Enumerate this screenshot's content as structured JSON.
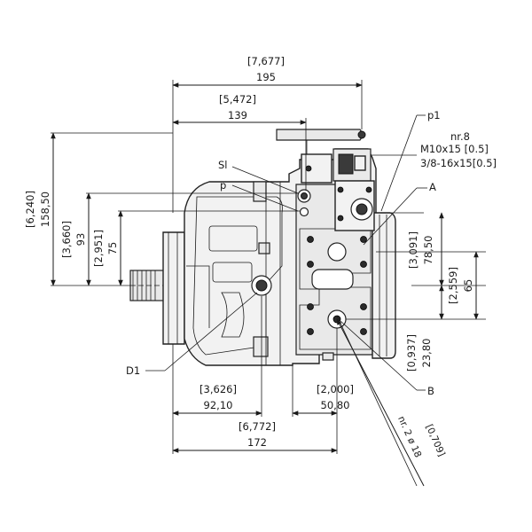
{
  "dimensions": {
    "top_overall_in": "[7,677]",
    "top_overall_mm": "195",
    "top_partial_in": "[5,472]",
    "top_partial_mm": "139",
    "left_height_in": "[6,240]",
    "left_height_mm": "158,50",
    "left_mid_in": "[3,660]",
    "left_mid_mm": "93",
    "left_low_in": "[2,951]",
    "left_low_mm": "75",
    "right_upper_in": "[3,091]",
    "right_upper_mm": "78,50",
    "right_mid_in": "[2,559]",
    "right_mid_mm": "65",
    "right_low_in": "[0,937]",
    "right_low_mm": "23,80",
    "bottom_left_in": "[3,626]",
    "bottom_left_mm": "92,10",
    "bottom_mid_in": "[2,000]",
    "bottom_mid_mm": "50,80",
    "bottom_overall_in": "[6,772]",
    "bottom_overall_mm": "172",
    "diag_in": "[0,709]",
    "diag_mm": "nr. 2 ø 18"
  },
  "callouts": {
    "p1": "p1",
    "nr8": "nr.8",
    "m10": "M10x15 [0.5]",
    "thread": "3/8-16x15[0.5]",
    "a": "A",
    "sl": "Sl",
    "p": "p",
    "d1": "D1",
    "b": "B"
  }
}
